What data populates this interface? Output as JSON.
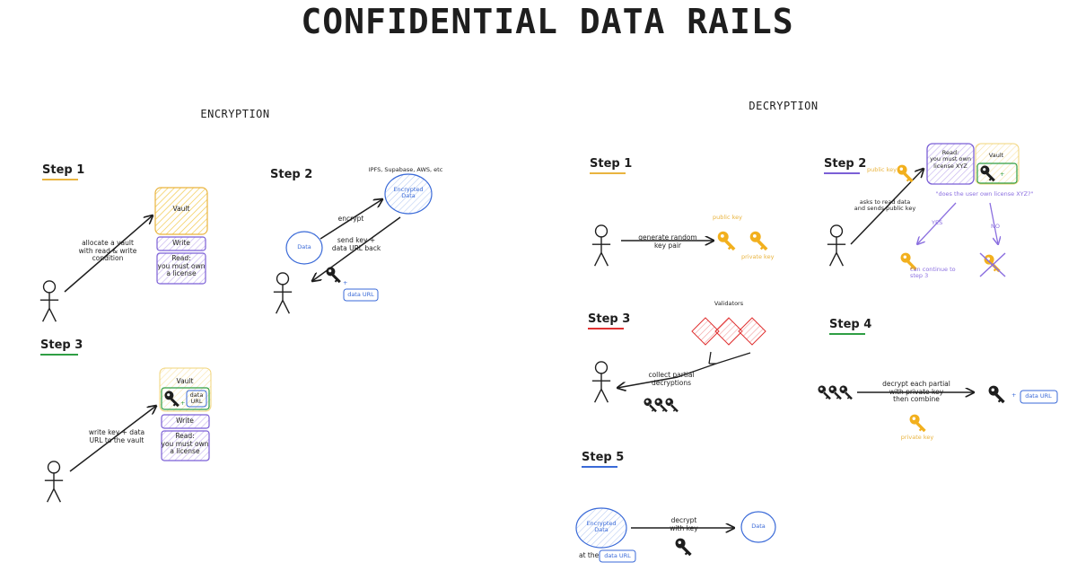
{
  "title": "CONFIDENTIAL DATA RAILS",
  "sections": {
    "encryption": "ENCRYPTION",
    "decryption": "DECRYPTION"
  },
  "colors": {
    "yellow": "#e9b43f",
    "purple": "#7b5fd6",
    "green": "#2f9e44",
    "blue": "#3a6ad8",
    "red": "#e03131",
    "stroke": "#1e1e1e",
    "key_gold": "#f2b01e"
  },
  "encryption": {
    "step1": {
      "label": "Step 1",
      "arrow_text": [
        "allocate a vault",
        "with read & write",
        "condition"
      ],
      "vault": "Vault",
      "write": "Write",
      "read": [
        "Read:",
        "you must own",
        "a license"
      ]
    },
    "step2": {
      "label": "Step 2",
      "storage": "IPFS, Supabase, AWS, etc",
      "encrypted_data": [
        "Encrypted",
        "Data"
      ],
      "data": "Data",
      "encrypt": "encrypt",
      "send_back": [
        "send key +",
        "data URL back"
      ],
      "plus": "+",
      "data_url": "data URL"
    },
    "step3": {
      "label": "Step 3",
      "arrow_text": [
        "write key + data",
        "URL to the vault"
      ],
      "vault": "Vault",
      "plus": "+",
      "data_url": [
        "data",
        "URL"
      ],
      "write": "Write",
      "read": [
        "Read:",
        "you must own",
        "a license"
      ]
    }
  },
  "decryption": {
    "step1": {
      "label": "Step 1",
      "arrow_text": [
        "generate random",
        "key pair"
      ],
      "public_key": "public key",
      "private_key": "private key"
    },
    "step2": {
      "label": "Step 2",
      "public_key": "public key",
      "arrow_text": [
        "asks to read data",
        "and sends public key"
      ],
      "read": [
        "Read:",
        "you must own",
        "license XYZ"
      ],
      "vault": "Vault",
      "plus": "+",
      "question": "\"does the user own license XYZ?\"",
      "yes": "YES",
      "no": "NO",
      "continue": [
        "can continue to",
        "step 3"
      ]
    },
    "step3": {
      "label": "Step 3",
      "validators": "Validators",
      "collect": [
        "collect partial",
        "decryptions"
      ]
    },
    "step4": {
      "label": "Step 4",
      "arrow_text": [
        "decrypt each partial",
        "with private key",
        "then combine"
      ],
      "plus": "+",
      "data_url": "data URL",
      "private_key": "private key"
    },
    "step5": {
      "label": "Step 5",
      "encrypted_data": [
        "Encrypted",
        "Data"
      ],
      "at_the": "at the",
      "data_url": "data URL",
      "decrypt": [
        "decrypt",
        "with key"
      ],
      "data": "Data"
    }
  }
}
